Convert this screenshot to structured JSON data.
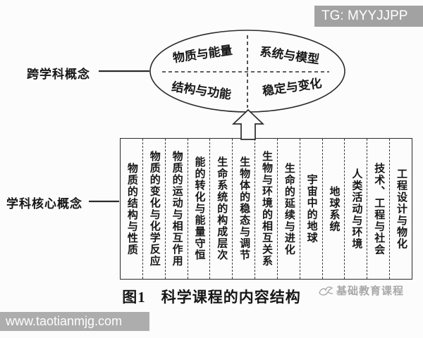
{
  "overlay": {
    "tg_badge": "TG: MYYJJPP",
    "site_bar": "www.taotianmjg.com",
    "watermark": "基础教育课程"
  },
  "diagram": {
    "left_labels": [
      {
        "text": "跨学科概念"
      },
      {
        "text": "学科核心概念"
      }
    ],
    "ellipse_quadrants": [
      {
        "label": "物质与能量"
      },
      {
        "label": "系统与模型"
      },
      {
        "label": "结构与功能"
      },
      {
        "label": "稳定与变化"
      }
    ],
    "core_concepts": [
      "物质的结构与性质",
      "物质的变化与化学反应",
      "物质的运动与相互作用",
      "能的转化与能量守恒",
      "生命系统的构成层次",
      "生物体的稳态与调节",
      "生物与环境的相互关系",
      "生命的延续与进化",
      "宇宙中的地球",
      "地球系统",
      "人类活动与环境",
      "技术、工程与社会",
      "工程设计与物化"
    ],
    "caption": "图1　科学课程的内容结构"
  },
  "colors": {
    "line": "#2b2b2b",
    "badge_bg": "#a2a2a2",
    "watermark_gray": "#a8a8a8",
    "background": "#fcfcfc"
  }
}
